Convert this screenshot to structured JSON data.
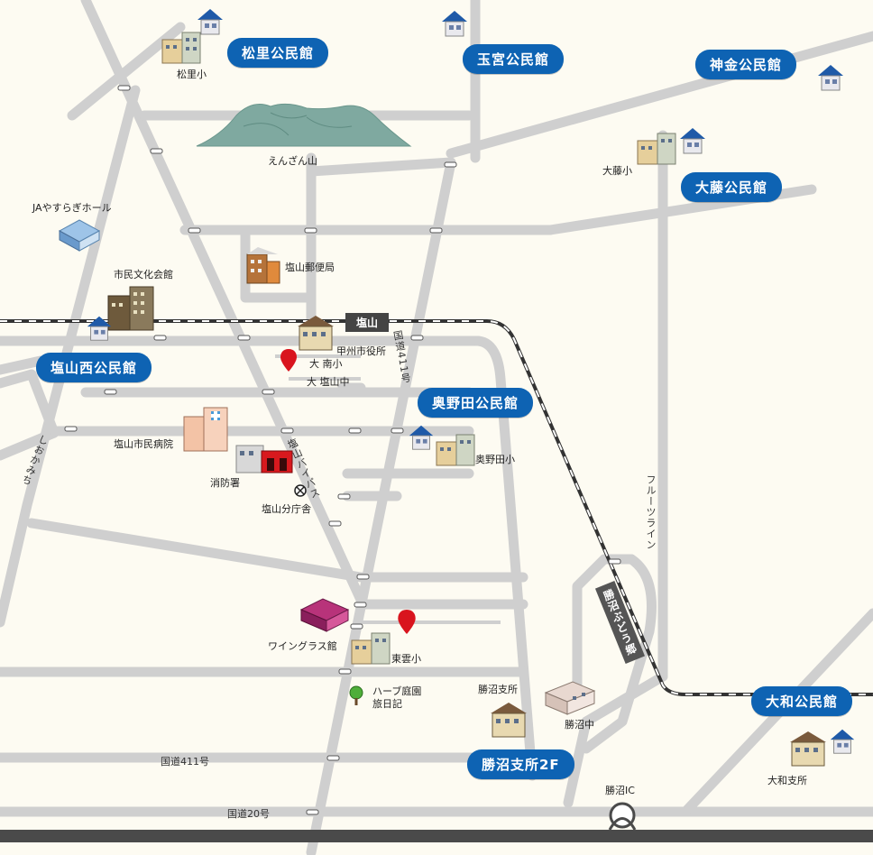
{
  "community_halls": [
    {
      "name": "松里公民館"
    },
    {
      "name": "玉宮公民館"
    },
    {
      "name": "神金公民館"
    },
    {
      "name": "大藤公民館"
    },
    {
      "name": "塩山西公民館"
    },
    {
      "name": "奥野田公民館"
    },
    {
      "name": "勝沼支所2F"
    },
    {
      "name": "大和公民館"
    }
  ],
  "places": [
    {
      "name": "松里小"
    },
    {
      "name": "えんざん山"
    },
    {
      "name": "大藤小"
    },
    {
      "name": "JAやすらぎホール"
    },
    {
      "name": "塩山郵便局"
    },
    {
      "name": "市民文化会館"
    },
    {
      "name": "甲州市役所"
    },
    {
      "name": "大 南小"
    },
    {
      "name": "大 塩山中"
    },
    {
      "name": "奥野田小"
    },
    {
      "name": "塩山市民病院"
    },
    {
      "name": "消防署"
    },
    {
      "name": "塩山分庁舎"
    },
    {
      "name": "ワイングラス館"
    },
    {
      "name": "東雲小"
    },
    {
      "name": "ハーブ庭園"
    },
    {
      "name": "旅日記"
    },
    {
      "name": "勝沼支所"
    },
    {
      "name": "勝沼中"
    },
    {
      "name": "大和支所"
    },
    {
      "name": "勝沼IC"
    }
  ],
  "roads": {
    "route411_vertical": "国道411号",
    "route411_horizontal": "国道411号",
    "route20": "国道20号",
    "shiokamichi": "しおかみち",
    "shiozan_bypass": "塩山バイパス",
    "fruit_line": "フルーツライン",
    "budo_line": "勝沼ぶどう郷"
  },
  "stations": {
    "enzan": "塩山"
  },
  "colors": {
    "callout": "#0e63b3",
    "road": "#cfcfcf",
    "background": "#fdfbf2",
    "mountain": "#7fa9a0",
    "highway": "#4a4a4a",
    "pin": "#d9141e"
  }
}
